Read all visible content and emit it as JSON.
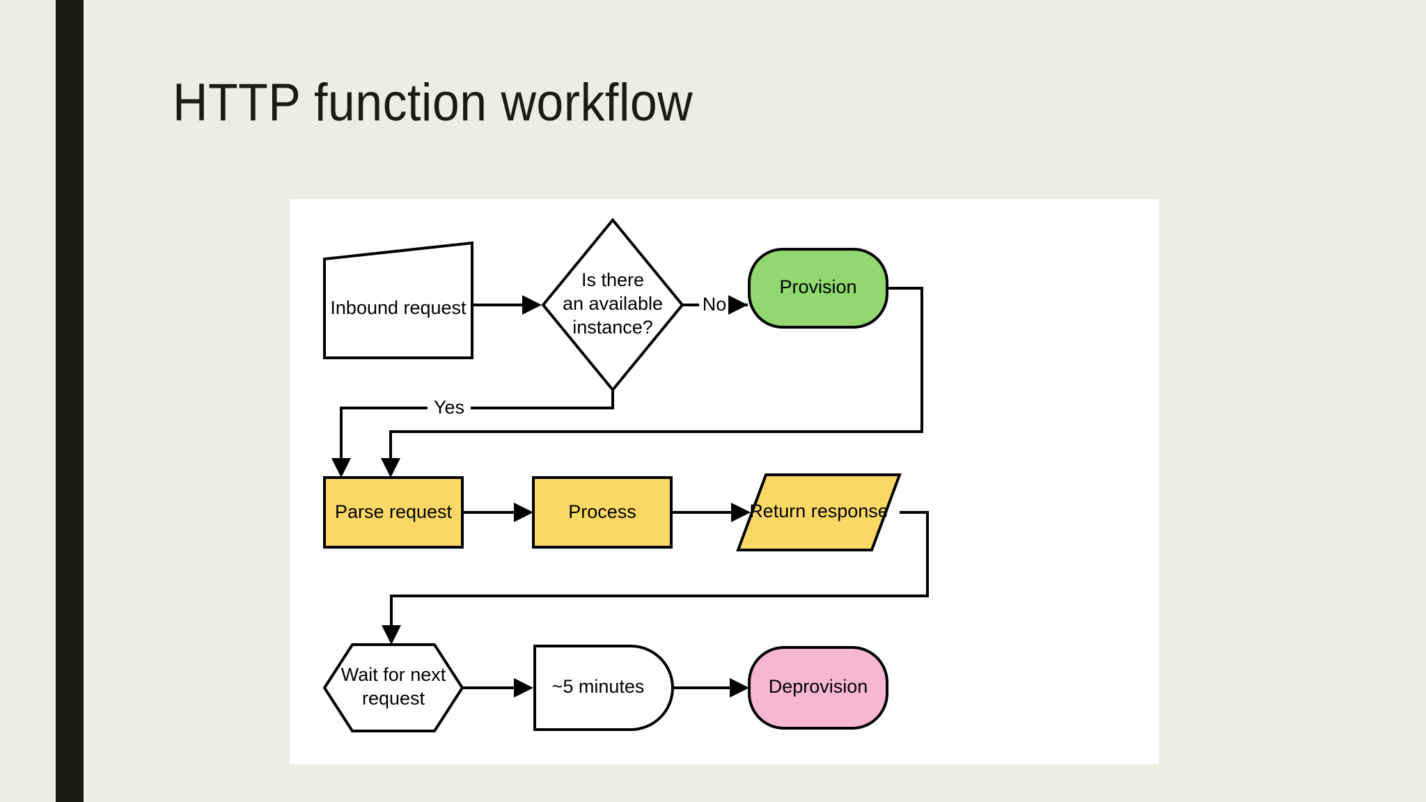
{
  "slide": {
    "title": "HTTP function workflow",
    "background_color": "#EDEDE1",
    "accent_bar_color": "#1C1B10",
    "card_color": "#FFFFFF"
  },
  "diagram": {
    "type": "flowchart",
    "nodes": [
      {
        "id": "inbound",
        "label": "Inbound request",
        "shape": "document-trapezoid",
        "fill": "#FFFFFF",
        "stroke": "#000000"
      },
      {
        "id": "decision",
        "label_lines": [
          "Is there",
          "an available",
          "instance?"
        ],
        "shape": "diamond",
        "fill": "#FFFFFF",
        "stroke": "#000000"
      },
      {
        "id": "provision",
        "label": "Provision",
        "shape": "stadium",
        "fill": "#90D86F",
        "stroke": "#000000"
      },
      {
        "id": "parse",
        "label": "Parse request",
        "shape": "rectangle",
        "fill": "#FCD966",
        "stroke": "#000000"
      },
      {
        "id": "process",
        "label": "Process",
        "shape": "rectangle",
        "fill": "#FCD966",
        "stroke": "#000000"
      },
      {
        "id": "return",
        "label": "Return response",
        "shape": "parallelogram",
        "fill": "#FCD966",
        "stroke": "#000000"
      },
      {
        "id": "wait",
        "label_lines": [
          "Wait for next",
          "request"
        ],
        "shape": "hexagon",
        "fill": "#FFFFFF",
        "stroke": "#000000"
      },
      {
        "id": "delay",
        "label": "~5 minutes",
        "shape": "delay",
        "fill": "#FFFFFF",
        "stroke": "#000000"
      },
      {
        "id": "deprovision",
        "label": "Deprovision",
        "shape": "stadium",
        "fill": "#F7B6D2",
        "stroke": "#000000"
      }
    ],
    "edges": [
      {
        "from": "inbound",
        "to": "decision",
        "label": ""
      },
      {
        "from": "decision",
        "to": "provision",
        "label": "No"
      },
      {
        "from": "decision",
        "to": "parse",
        "label": "Yes"
      },
      {
        "from": "provision",
        "to": "parse",
        "label": ""
      },
      {
        "from": "parse",
        "to": "process",
        "label": ""
      },
      {
        "from": "process",
        "to": "return",
        "label": ""
      },
      {
        "from": "return",
        "to": "wait",
        "label": ""
      },
      {
        "from": "wait",
        "to": "delay",
        "label": ""
      },
      {
        "from": "delay",
        "to": "deprovision",
        "label": ""
      }
    ],
    "labels": {
      "no": "No",
      "yes": "Yes"
    }
  }
}
